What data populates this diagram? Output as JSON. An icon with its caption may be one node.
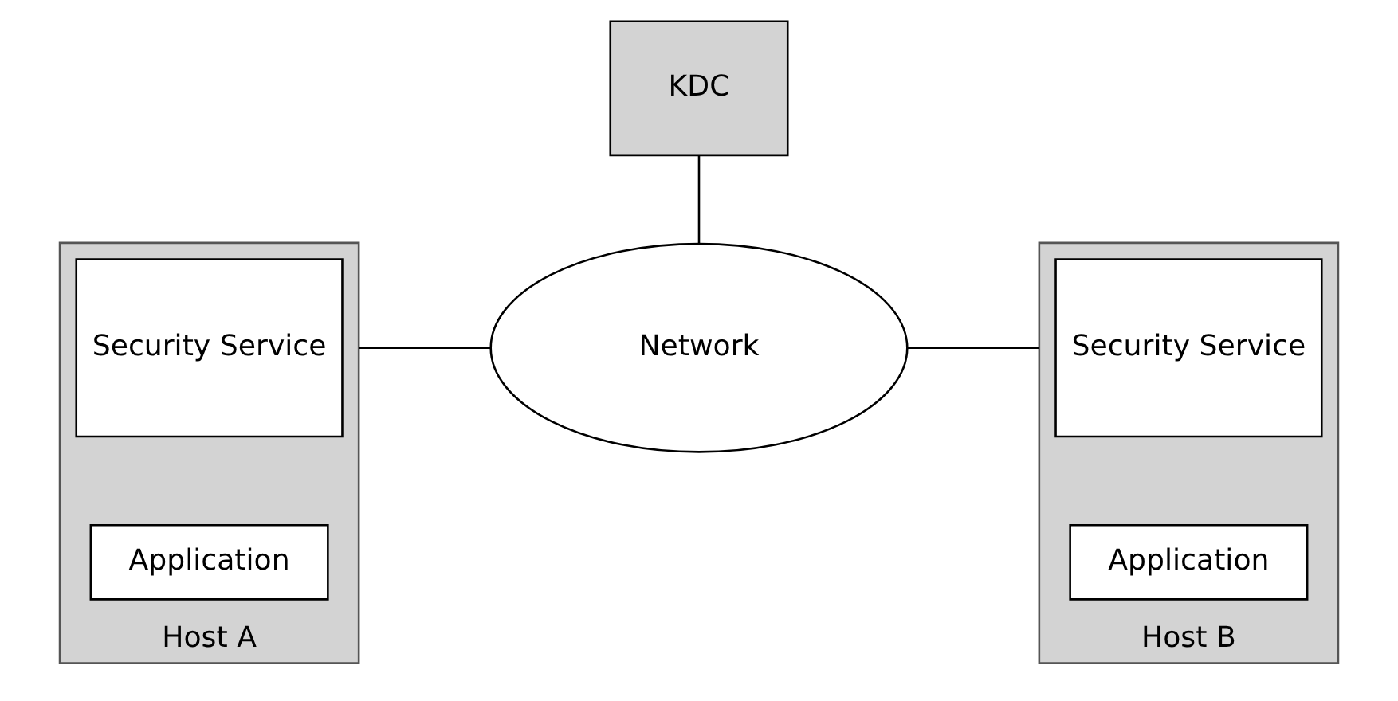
{
  "diagram": {
    "nodes": [
      {
        "text": [
          "KDC"
        ]
      },
      {
        "text": [
          "Host A"
        ]
      },
      {
        "text": [
          "Application"
        ],
        "in": 1
      },
      {
        "text": [
          "Security Service"
        ],
        "in": 1
      },
      {
        "text": [
          "Network"
        ]
      },
      {
        "text": [
          "Host B"
        ]
      },
      {
        "text": [
          "Application"
        ],
        "in": 5
      },
      {
        "text": [
          "Security Service"
        ],
        "in": 5
      }
    ],
    "edges": [
      {
        "from": 0,
        "to": 4,
        "arrow": "none"
      },
      {
        "from": 1,
        "to": 4,
        "arrow": "none"
      },
      {
        "from": 4,
        "to": 5,
        "arrow": "none"
      }
    ]
  }
}
